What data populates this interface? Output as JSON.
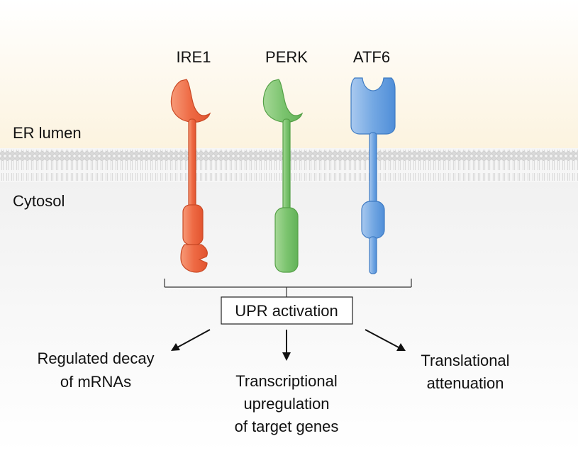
{
  "compartments": {
    "lumen": "ER lumen",
    "cytosol": "Cytosol"
  },
  "proteins": [
    {
      "name": "IRE1",
      "color": "#f26b45"
    },
    {
      "name": "PERK",
      "color": "#79c26d"
    },
    {
      "name": "ATF6",
      "color": "#5b9ad9"
    }
  ],
  "center": {
    "label": "UPR activation"
  },
  "outcomes": [
    {
      "line1": "Regulated decay",
      "line2": "of mRNAs",
      "line3": ""
    },
    {
      "line1": "Transcriptional",
      "line2": "upregulation",
      "line3": "of target genes"
    },
    {
      "line1": "Translational",
      "line2": "attenuation",
      "line3": ""
    }
  ],
  "colors": {
    "lumen_background": "#fdf6e7",
    "cytosol_background": "#f3f3f3",
    "membrane_bead": "#d6d6d6"
  }
}
